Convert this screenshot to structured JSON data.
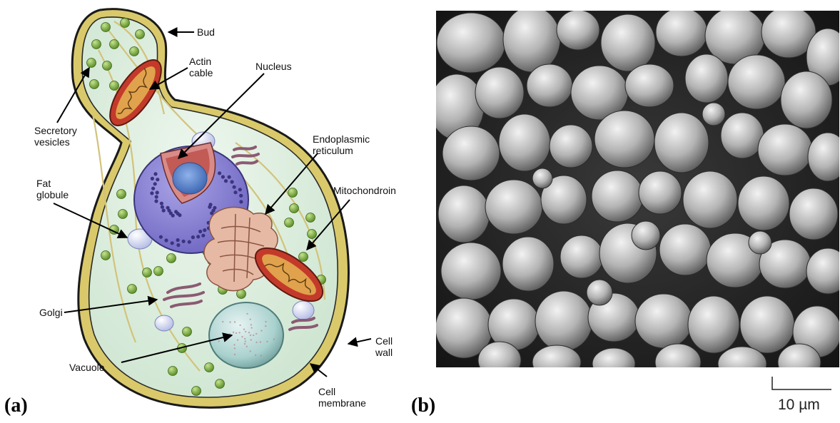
{
  "panel_a": {
    "letter": "(a)",
    "labels": {
      "bud": "Bud",
      "actin_1": "Actin",
      "actin_2": "cable",
      "nucleus": "Nucleus",
      "secretory_1": "Secretory",
      "secretory_2": "vesicles",
      "er_1": "Endoplasmic",
      "er_2": "reticulum",
      "fat_1": "Fat",
      "fat_2": "globule",
      "mito": "Mitochondroin",
      "golgi": "Golgi",
      "vacuole": "Vacuole",
      "wall_1": "Cell",
      "wall_2": "wall",
      "membrane_1": "Cell",
      "membrane_2": "membrane"
    },
    "colors": {
      "cell_wall": "#d9c96b",
      "cytoplasm": "#dceedd",
      "nucleus": "#8f88d6",
      "nucleolus": "#5d86c9",
      "mitochondrion": "#c43a2a",
      "er": "#d9a58e",
      "vesicle": "#7fae3f",
      "vacuole": "#9cc7c4",
      "golgi": "#9c6f86"
    }
  },
  "panel_b": {
    "letter": "(b)",
    "scale_bar": "10 µm",
    "colors": {
      "background": "#1c1c1c",
      "cell": "#b9b9b9"
    }
  }
}
